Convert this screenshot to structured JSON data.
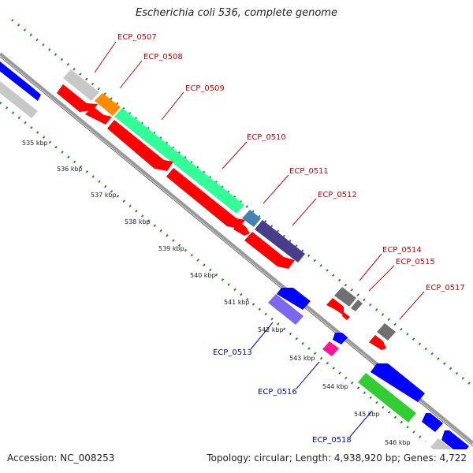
{
  "title": "Escherichia coli 536, complete genome",
  "footer": {
    "accession_label": "Accession:",
    "accession": "NC_008253",
    "topology_label": "Topology:",
    "topology": "circular",
    "length_label": "Length:",
    "length": "4,938,920 bp",
    "genes_label": "Genes:",
    "genes": "4,722"
  },
  "colors": {
    "backbone": "#888888",
    "forward_dots": "#2a8a2a",
    "gene_forward_red": "#ff0000",
    "gene_blue": "#0000ff",
    "gene_light_gray": "#c8c8c8",
    "gene_dark_gray": "#707070",
    "gene_orange": "#ff8c00",
    "gene_aqua_green": "#33ff99",
    "gene_steelblue": "#4682b4",
    "gene_darkslateblue": "#483d8b",
    "gene_mediumslateblue": "#7b68ee",
    "gene_deeppink": "#ff1493",
    "gene_limegreen": "#32cd32",
    "label_red": "#d40000",
    "label_blue": "#0000c8"
  },
  "kbp_ticks": [
    "535 kbp",
    "536 kbp",
    "537 kbp",
    "538 kbp",
    "539 kbp",
    "540 kbp",
    "541 kbp",
    "542 kbp",
    "543 kbp",
    "544 kbp",
    "545 kbp",
    "546 kbp"
  ],
  "gene_labels": [
    {
      "text": "ECP_0507",
      "strand": "forward"
    },
    {
      "text": "ECP_0508",
      "strand": "forward"
    },
    {
      "text": "ECP_0509",
      "strand": "forward"
    },
    {
      "text": "ECP_0510",
      "strand": "forward"
    },
    {
      "text": "ECP_0511",
      "strand": "forward"
    },
    {
      "text": "ECP_0512",
      "strand": "forward"
    },
    {
      "text": "ECP_0514",
      "strand": "forward"
    },
    {
      "text": "ECP_0515",
      "strand": "forward"
    },
    {
      "text": "ECP_0517",
      "strand": "forward"
    },
    {
      "text": "ECP_0513",
      "strand": "reverse"
    },
    {
      "text": "ECP_0516",
      "strand": "reverse"
    },
    {
      "text": "ECP_0518",
      "strand": "reverse"
    }
  ]
}
